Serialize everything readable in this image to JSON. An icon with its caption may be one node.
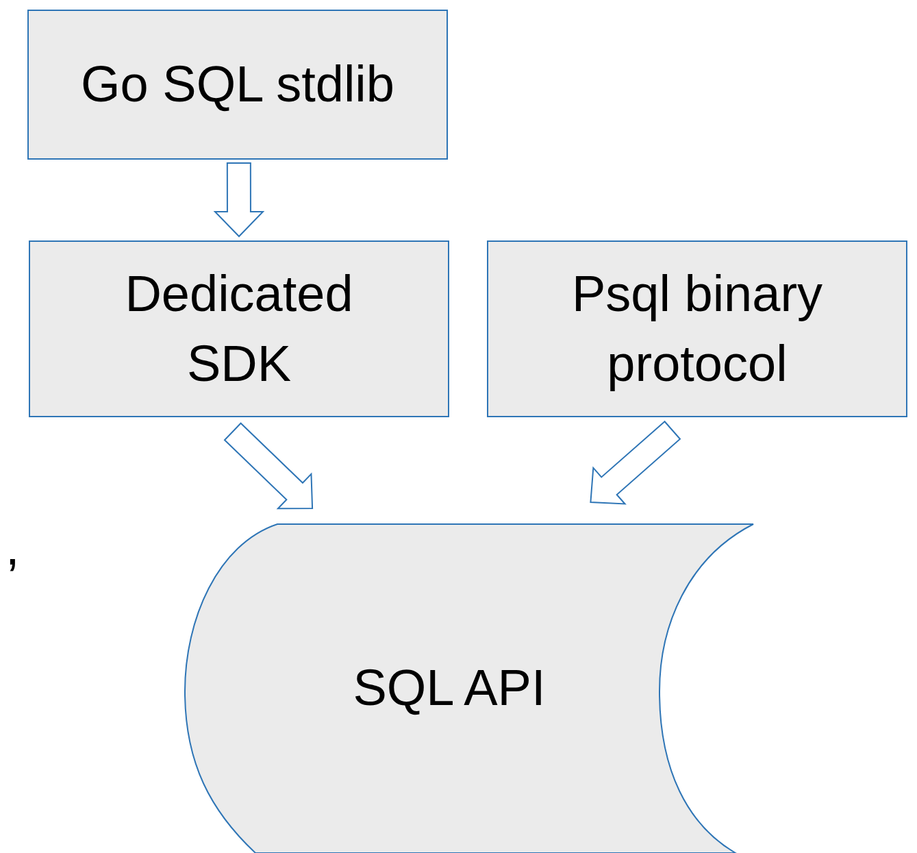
{
  "diagram": {
    "nodes": [
      {
        "text": [
          "Go SQL stdlib"
        ]
      },
      {
        "text": [
          "Dedicated SDK"
        ]
      },
      {
        "text": [
          "Psql binary protocol"
        ]
      },
      {
        "text": [
          "SQL API"
        ]
      }
    ],
    "edges": [
      {
        "from": 0,
        "to": 1,
        "arrow": "to"
      },
      {
        "from": 1,
        "to": 3,
        "arrow": "to"
      },
      {
        "from": 2,
        "to": 3,
        "arrow": "to"
      }
    ],
    "labels": [
      ","
    ]
  }
}
